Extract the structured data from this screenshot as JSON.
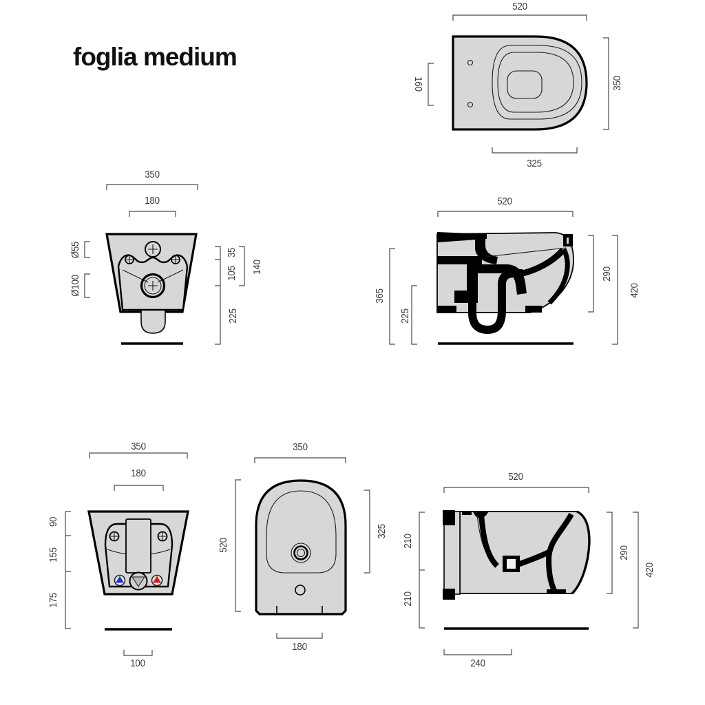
{
  "title": "foglia medium",
  "colors": {
    "body_fill": "#d7d7d7",
    "outline": "#000000",
    "dimension": "#3c3c3c",
    "cold_water_blue": "#2030dd",
    "hot_water_red": "#e01818",
    "drain_gray": "#b8b8b8"
  },
  "views": {
    "wc_top": {
      "name": "wc top view",
      "dims": {
        "overall_width": "520",
        "overall_depth": "350",
        "hinge_hole_spacing": "160",
        "seat_length": "325"
      }
    },
    "wc_back": {
      "name": "wc back view",
      "dims": {
        "overall_width": "350",
        "fixing_width": "180",
        "flush_inlet_diameter": "Ø55",
        "outlet_diameter": "Ø100",
        "inlet_to_fixings": "35",
        "fixings_to_outlet": "105",
        "inlet_to_outlet": "140",
        "outlet_to_floor": "225"
      }
    },
    "wc_side": {
      "name": "wc side section",
      "dims": {
        "overall_depth": "520",
        "top_to_floor": "365",
        "outlet_to_floor": "225",
        "body_height": "290",
        "overall_height": "420"
      }
    },
    "bidet_back": {
      "name": "bidet back view",
      "dims": {
        "overall_width": "350",
        "fixing_width": "180",
        "top_segment": "90",
        "middle_segment": "155",
        "bottom_segment": "175",
        "floor_gap_width": "100"
      }
    },
    "bidet_top": {
      "name": "bidet top view",
      "dims": {
        "overall_width": "350",
        "overall_length": "520",
        "basin_length": "325",
        "base_width": "180"
      }
    },
    "bidet_side": {
      "name": "bidet side section",
      "dims": {
        "overall_depth": "520",
        "upper_segment": "210",
        "lower_segment": "210",
        "body_height": "290",
        "overall_height": "420",
        "base_depth": "240"
      }
    }
  }
}
